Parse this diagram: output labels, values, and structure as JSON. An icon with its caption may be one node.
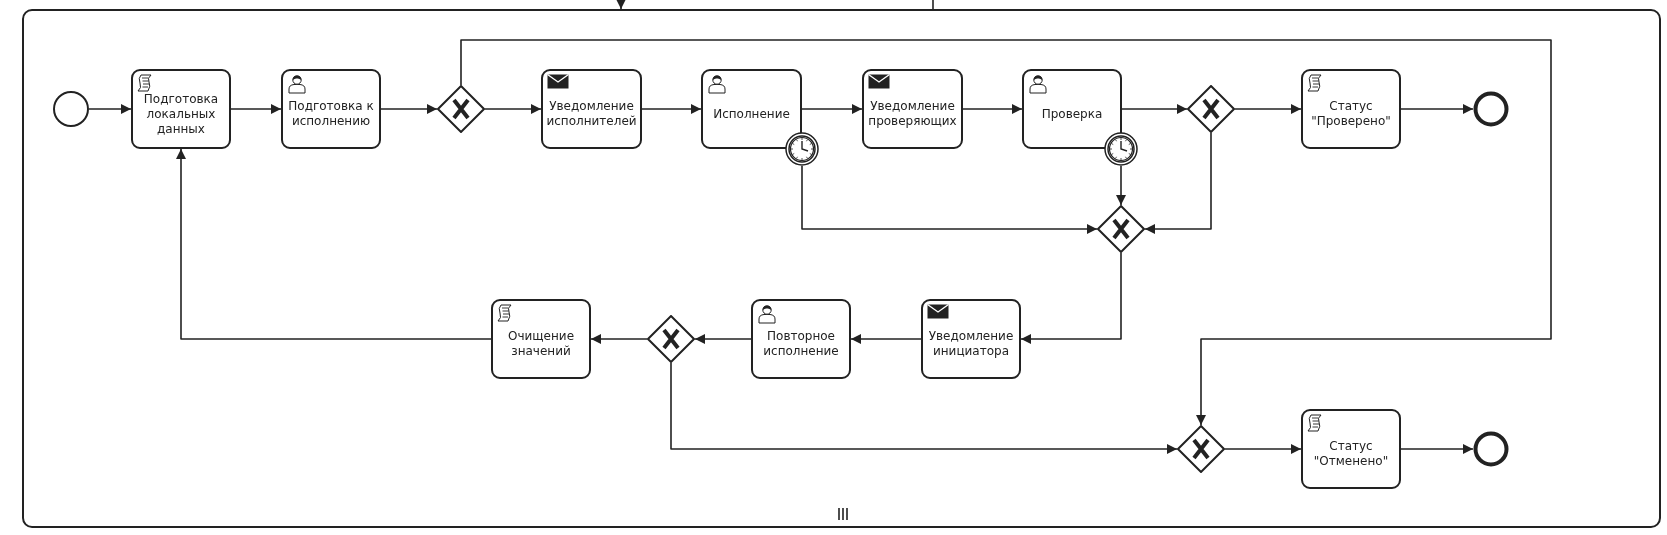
{
  "diagram": {
    "nodes": [
      {
        "text": [],
        "shape": "box"
      },
      {
        "text": [],
        "shape": "circle",
        "in": 0
      },
      {
        "text": [
          "Подготовка локальных данных"
        ],
        "in": 0
      },
      {
        "text": [
          "Подготовка к исполнению"
        ],
        "in": 0
      },
      {
        "text": [],
        "shape": "diamond",
        "in": 0
      },
      {
        "text": [
          "Уведомление исполнителей"
        ],
        "in": 0
      },
      {
        "text": [
          "Исполнение"
        ],
        "in": 0
      },
      {
        "text": [],
        "shape": "circle",
        "in": 0
      },
      {
        "text": [
          "Уведомление проверяющих"
        ],
        "in": 0
      },
      {
        "text": [
          "Проверка"
        ],
        "in": 0
      },
      {
        "text": [],
        "shape": "circle",
        "in": 0
      },
      {
        "text": [],
        "shape": "diamond",
        "in": 0
      },
      {
        "text": [
          "Статус \"Проверено\""
        ],
        "in": 0
      },
      {
        "text": [],
        "shape": "circle",
        "in": 0
      },
      {
        "text": [],
        "shape": "diamond",
        "in": 0
      },
      {
        "text": [
          "Очищение значений"
        ],
        "in": 0
      },
      {
        "text": [],
        "shape": "diamond",
        "in": 0
      },
      {
        "text": [
          "Повторное исполнение"
        ],
        "in": 0
      },
      {
        "text": [
          "Уведомление инициатора"
        ],
        "in": 0
      },
      {
        "text": [],
        "shape": "diamond",
        "in": 0
      },
      {
        "text": [
          "Статус \"Отменено\""
        ],
        "in": 0
      },
      {
        "text": [],
        "shape": "circle",
        "in": 0
      }
    ],
    "edges": [
      {
        "from": 1,
        "to": 2,
        "arrow": "to"
      },
      {
        "from": 2,
        "to": 3,
        "arrow": "to"
      },
      {
        "from": 3,
        "to": 4,
        "arrow": "to"
      },
      {
        "from": 4,
        "to": 5,
        "arrow": "to"
      },
      {
        "from": 5,
        "to": 6,
        "arrow": "to"
      },
      {
        "from": 6,
        "to": 8,
        "arrow": "to"
      },
      {
        "from": 8,
        "to": 9,
        "arrow": "to"
      },
      {
        "from": 9,
        "to": 11,
        "arrow": "to"
      },
      {
        "from": 11,
        "to": 12,
        "arrow": "to"
      },
      {
        "from": 12,
        "to": 13,
        "arrow": "to"
      },
      {
        "from": 7,
        "to": 14,
        "arrow": "to"
      },
      {
        "from": 10,
        "to": 14,
        "arrow": "to"
      },
      {
        "from": 11,
        "to": 14,
        "arrow": "to"
      },
      {
        "from": 14,
        "to": 18,
        "arrow": "to"
      },
      {
        "from": 18,
        "to": 17,
        "arrow": "to"
      },
      {
        "from": 17,
        "to": 16,
        "arrow": "to"
      },
      {
        "from": 16,
        "to": 15,
        "arrow": "to"
      },
      {
        "from": 15,
        "to": 2,
        "arrow": "to"
      },
      {
        "from": 16,
        "to": 19,
        "arrow": "to"
      },
      {
        "from": 4,
        "to": 19,
        "arrow": "to"
      },
      {
        "from": 19,
        "to": 20,
        "arrow": "to"
      },
      {
        "from": 20,
        "to": 21,
        "arrow": "to"
      },
      {
        "from": null,
        "to": 0,
        "arrow": "to"
      },
      {
        "from": 0,
        "to": null,
        "arrow": "none"
      }
    ]
  }
}
